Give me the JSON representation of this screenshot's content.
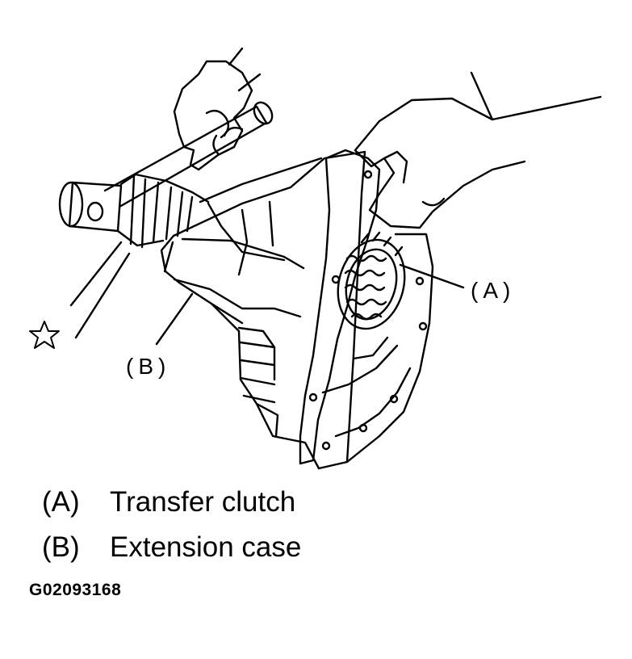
{
  "callouts": {
    "a": "(A)",
    "b": "(B)"
  },
  "legend": [
    {
      "key": "(A)",
      "text": "Transfer clutch"
    },
    {
      "key": "(B)",
      "text": "Extension case"
    }
  ],
  "figure_id": "G02093168",
  "colors": {
    "ink": "#000000",
    "paper": "#ffffff"
  },
  "icons": {
    "marker": "star-outline-icon"
  }
}
